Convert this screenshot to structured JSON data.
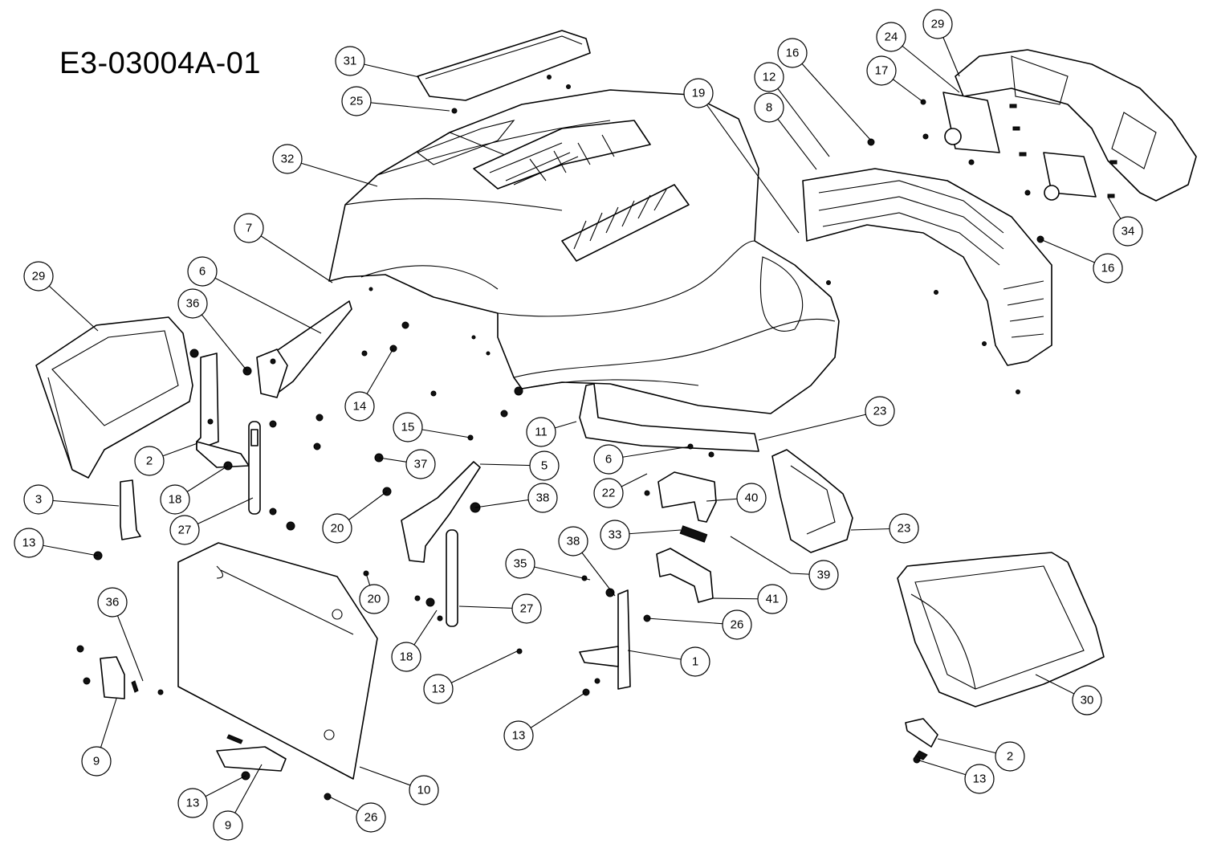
{
  "diagram_code": "E3-03004A-01",
  "callouts": [
    {
      "label": "31"
    },
    {
      "label": "25"
    },
    {
      "label": "32"
    },
    {
      "label": "19"
    },
    {
      "label": "16"
    },
    {
      "label": "12"
    },
    {
      "label": "8"
    },
    {
      "label": "24"
    },
    {
      "label": "29"
    },
    {
      "label": "17"
    },
    {
      "label": "34"
    },
    {
      "label": "16"
    },
    {
      "label": "7"
    },
    {
      "label": "6"
    },
    {
      "label": "36"
    },
    {
      "label": "29"
    },
    {
      "label": "2"
    },
    {
      "label": "3"
    },
    {
      "label": "13"
    },
    {
      "label": "27"
    },
    {
      "label": "18"
    },
    {
      "label": "14"
    },
    {
      "label": "15"
    },
    {
      "label": "11"
    },
    {
      "label": "37"
    },
    {
      "label": "5"
    },
    {
      "label": "38"
    },
    {
      "label": "20"
    },
    {
      "label": "6"
    },
    {
      "label": "22"
    },
    {
      "label": "40"
    },
    {
      "label": "33"
    },
    {
      "label": "23"
    },
    {
      "label": "23"
    },
    {
      "label": "39"
    },
    {
      "label": "41"
    },
    {
      "label": "38"
    },
    {
      "label": "35"
    },
    {
      "label": "27"
    },
    {
      "label": "26"
    },
    {
      "label": "1"
    },
    {
      "label": "20"
    },
    {
      "label": "18"
    },
    {
      "label": "13"
    },
    {
      "label": "13"
    },
    {
      "label": "36"
    },
    {
      "label": "9"
    },
    {
      "label": "10"
    },
    {
      "label": "13"
    },
    {
      "label": "9"
    },
    {
      "label": "26"
    },
    {
      "label": "30"
    },
    {
      "label": "2"
    },
    {
      "label": "13"
    }
  ]
}
